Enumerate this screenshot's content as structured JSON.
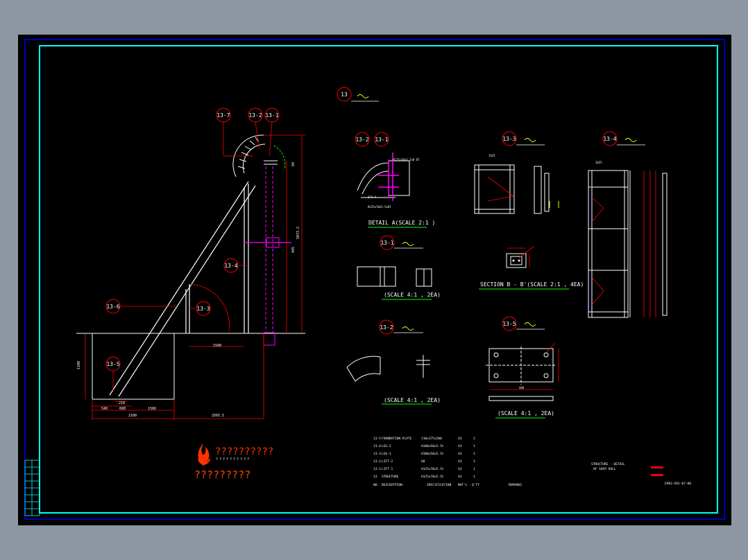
{
  "colors": {
    "background": "#8d96a3",
    "sheet": "#000000",
    "outer_border": "#0000ff",
    "inner_border": "#00ffff",
    "line": "#ff0000",
    "white": "#ffffff",
    "green": "#00ff00",
    "yellow": "#ffff00",
    "magenta": "#ff00ff",
    "accent": "#ff4400"
  },
  "main_view": {
    "balloons": {
      "b13_7": "13-7",
      "b13_2": "13-2",
      "b13_1": "13-1",
      "b13_4": "13-4",
      "b13_6": "13-6",
      "b13_3": "13-3",
      "b13_5": "13-5"
    },
    "dims": {
      "d1500": "1500",
      "d2100": "2100",
      "d1560": "1560",
      "d2565": "2565.5",
      "d540": "540",
      "d600": "600",
      "d218": "218",
      "d1100": "1100",
      "d5073": "5073.2",
      "d445": "445",
      "d84": "84"
    }
  },
  "views": {
    "v13_title": "13",
    "detail_a": {
      "b1": "13-2",
      "b2": "13-1",
      "caption": "DETAIL A(SCALE 2:1 )"
    },
    "v13_1": {
      "balloon": "13-1",
      "caption": "(SCALE 4:1 , 2EA)"
    },
    "v13_2": {
      "balloon": "13-2",
      "caption": "(SCALE 4:1 , 2EA)"
    },
    "v13_3": {
      "balloon": "13-3",
      "dim_top": "1425"
    },
    "v13_4": {
      "balloon": "13-4",
      "dim_top": "1025"
    },
    "section_b": {
      "caption": "SECTION B - B'(SCALE 2:1 , 4EA)"
    },
    "v13_5": {
      "balloon": "13-5",
      "caption": "(SCALE 4:1 , 2EA)",
      "dim_w": "400"
    }
  },
  "logo": {
    "name": "??????????",
    "url": "??????????",
    "caption": "?????????"
  },
  "bom": {
    "rows": [
      {
        "no": "13-5",
        "desc": "FOUNDATION PLATE",
        "spec": "t10x175x200",
        "mat": "A3",
        "qty": "2"
      },
      {
        "no": "13-4",
        "desc": "LEG-2",
        "spec": "H100x50x5.5t",
        "mat": "A3",
        "qty": "1"
      },
      {
        "no": "13-3",
        "desc": "LEG-1",
        "spec": "H100x50x5.5t",
        "mat": "A3",
        "qty": "1"
      },
      {
        "no": "13-2",
        "desc": "LIFT-2",
        "spec": "68",
        "mat": "A3",
        "qty": "1"
      },
      {
        "no": "13-1",
        "desc": "LIFT-1",
        "spec": "H125x70x5.5t",
        "mat": "A3",
        "qty": "1"
      },
      {
        "no": "13",
        "desc": "STRUCTURE",
        "spec": "H125x70x5.5t",
        "mat": "A3",
        "qty": "1"
      }
    ],
    "header": {
      "no": "NO.",
      "desc": "DESCRIPTION",
      "spec": "SPECIFICATION",
      "mat": "MAT'L",
      "qty": "Q'TY",
      "remarks": "REMARKS"
    }
  },
  "title_block": {
    "title1": "STRUCTURE - DETAIL",
    "title2": "OF SHIP HULL",
    "drawing_no": "EP03-S81-07-00"
  }
}
